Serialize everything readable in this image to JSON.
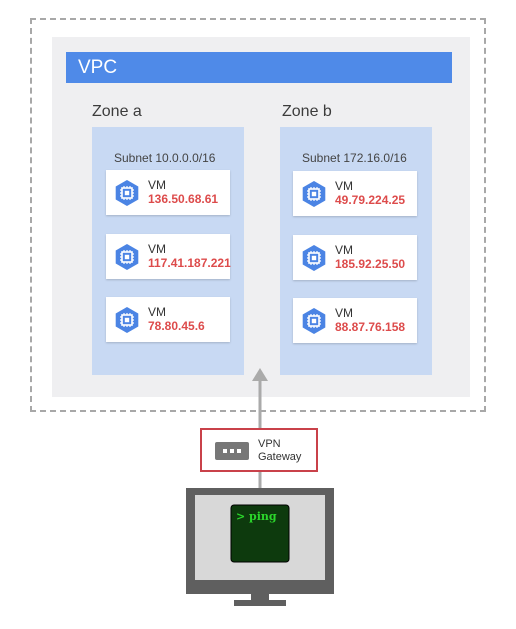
{
  "vpc": {
    "label": "VPC"
  },
  "zones": [
    {
      "label": "Zone a",
      "subnet": "Subnet 10.0.0.0/16",
      "vms": [
        {
          "label": "VM",
          "ip": "136.50.68.61"
        },
        {
          "label": "VM",
          "ip": "117.41.187.221"
        },
        {
          "label": "VM",
          "ip": "78.80.45.6"
        }
      ]
    },
    {
      "label": "Zone b",
      "subnet": "Subnet 172.16.0/16",
      "vms": [
        {
          "label": "VM",
          "ip": "49.79.224.25"
        },
        {
          "label": "VM",
          "ip": "185.92.25.50"
        },
        {
          "label": "VM",
          "ip": "88.87.76.158"
        }
      ]
    }
  ],
  "gateway": {
    "line1": "VPN",
    "line2": "Gateway"
  },
  "terminal": {
    "command": "> ping"
  },
  "colors": {
    "vpc_bar": "#4f8ae8",
    "zone_fill": "#c8d9f3",
    "ip_text": "#dd4b4b",
    "gateway_border": "#c9414a",
    "compute_icon": "#4b84e4",
    "terminal_text": "#2bd62b"
  },
  "icons": {
    "vm": "compute-engine-icon",
    "gateway": "vpn-gateway-icon",
    "client": "monitor-icon"
  }
}
